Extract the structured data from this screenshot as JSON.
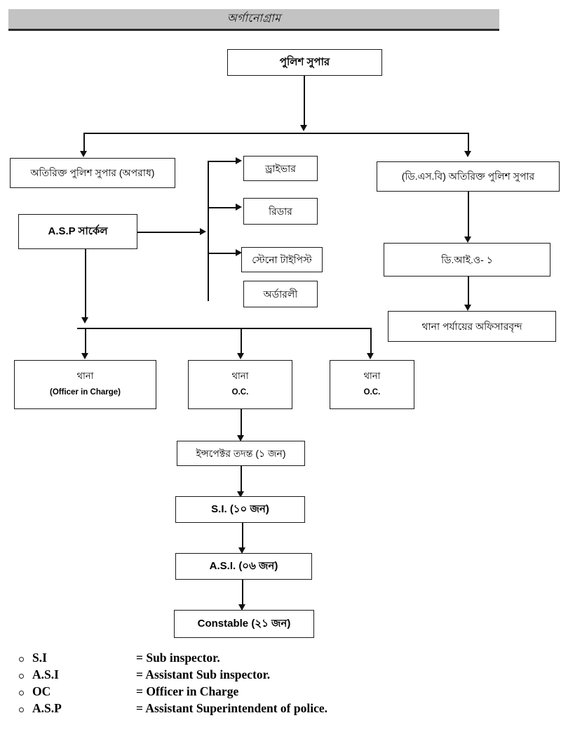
{
  "header": {
    "title": "অর্গানোগ্রাম"
  },
  "colors": {
    "title_bar_bg": "#c3c3c3",
    "line": "#111111",
    "box_border": "#1a1a1a",
    "page_bg": "#ffffff",
    "text": "#000000"
  },
  "chart_data": {
    "type": "diagram",
    "title": "অর্গানোগ্রাম",
    "nodes": [
      {
        "id": "sp",
        "label": "পুলিশ সুপার",
        "level": 0
      },
      {
        "id": "addl_sp_crime",
        "label": "অতিরিক্ত পুলিশ সুপার (অপরাধ)",
        "level": 1
      },
      {
        "id": "asp_circle",
        "label": "A.S.P সার্কেল",
        "level": 2
      },
      {
        "id": "driver",
        "label": "ড্রাইভার",
        "level": 3
      },
      {
        "id": "reader",
        "label": "রিডার",
        "level": 3
      },
      {
        "id": "steno",
        "label": "স্টেনো টাইপিস্ট",
        "level": 3
      },
      {
        "id": "orderly",
        "label": "অর্ডারলী",
        "level": 3
      },
      {
        "id": "addl_sp_dsb",
        "label": "(ডি.এস.বি) অতিরিক্ত পুলিশ সুপার",
        "level": 1
      },
      {
        "id": "dio1",
        "label": "ডি.আই.ও- ১",
        "level": 2
      },
      {
        "id": "thana_officers",
        "label": "থানা পর্যায়ের অফিসারবৃন্দ",
        "level": 3
      },
      {
        "id": "thana1",
        "label": "থানা",
        "sublabel": "(Officer in Charge)",
        "level": 4
      },
      {
        "id": "thana2",
        "label": "থানা",
        "sublabel": "O.C.",
        "level": 4
      },
      {
        "id": "thana3",
        "label": "থানা",
        "sublabel": "O.C.",
        "level": 4
      },
      {
        "id": "inspector",
        "label": "ইন্সপেক্টর তদন্ত (১ জন)",
        "level": 5
      },
      {
        "id": "si",
        "label": "S.I. (১০ জন)",
        "level": 6
      },
      {
        "id": "asi",
        "label": "A.S.I. (০৬ জন)",
        "level": 7
      },
      {
        "id": "constable",
        "label": "Constable (২১ জন)",
        "level": 8
      }
    ],
    "edges": [
      {
        "from": "sp",
        "to": "addl_sp_crime"
      },
      {
        "from": "sp",
        "to": "driver"
      },
      {
        "from": "sp",
        "to": "addl_sp_dsb"
      },
      {
        "from": "asp_circle",
        "to": "driver"
      },
      {
        "from": "asp_circle",
        "to": "reader"
      },
      {
        "from": "asp_circle",
        "to": "steno"
      },
      {
        "from": "addl_sp_dsb",
        "to": "dio1"
      },
      {
        "from": "dio1",
        "to": "thana_officers"
      },
      {
        "from": "asp_circle",
        "to": "thana1"
      },
      {
        "from": "asp_circle",
        "to": "thana2"
      },
      {
        "from": "asp_circle",
        "to": "thana3"
      },
      {
        "from": "thana2",
        "to": "inspector"
      },
      {
        "from": "inspector",
        "to": "si"
      },
      {
        "from": "si",
        "to": "asi"
      },
      {
        "from": "asi",
        "to": "constable"
      }
    ]
  },
  "boxes": {
    "sp": "পুলিশ সুপার",
    "addl_sp_crime": "অতিরিক্ত পুলিশ সুপার (অপরাধ)",
    "asp_circle": "A.S.P সার্কেল",
    "driver": "ড্রাইভার",
    "reader": "রিডার",
    "steno": "স্টেনো টাইপিস্ট",
    "orderly": "অর্ডারলী",
    "addl_sp_dsb": "(ডি.এস.বি) অতিরিক্ত পুলিশ সুপার",
    "dio1": "ডি.আই.ও- ১",
    "thana_officers": "থানা পর্যায়ের অফিসারবৃন্দ",
    "thana": "থানা",
    "thana1_sub": "(Officer in Charge)",
    "thana2_sub": "O.C.",
    "thana3_sub": "O.C.",
    "inspector": "ইন্সপেক্টর তদন্ত (১ জন)",
    "si": "S.I. (১০ জন)",
    "asi": "A.S.I. (০৬ জন)",
    "constable": "Constable (২১ জন)"
  },
  "legend": {
    "rows": [
      {
        "term": "S.I",
        "definition": "= Sub inspector."
      },
      {
        "term": "A.S.I",
        "definition": "= Assistant Sub inspector."
      },
      {
        "term": "OC",
        "definition": "= Officer in Charge"
      },
      {
        "term": "A.S.P",
        "definition": "= Assistant Superintendent of police."
      }
    ]
  }
}
